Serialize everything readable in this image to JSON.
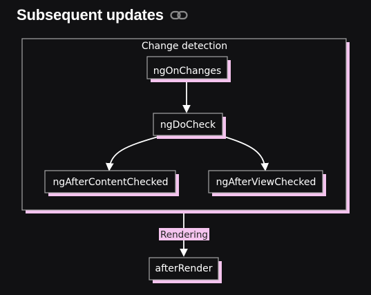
{
  "heading": {
    "title": "Subsequent updates",
    "link_icon": "link-icon"
  },
  "diagram": {
    "cluster_label": "Change detection",
    "nodes": {
      "onchanges": "ngOnChanges",
      "docheck": "ngDoCheck",
      "aftercontent": "ngAfterContentChecked",
      "afterview": "ngAfterViewChecked",
      "afterrender": "afterRender"
    },
    "edge_label": "Rendering",
    "colors": {
      "background": "#111113",
      "border": "#a6a6a6",
      "shadow": "#f5c4ef",
      "line": "#ffffff",
      "label_bg": "#f5c4ef"
    }
  }
}
